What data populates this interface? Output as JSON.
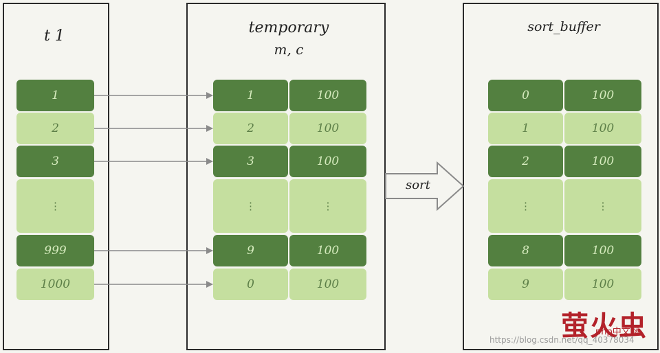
{
  "t1": {
    "title": "t 1",
    "rows": [
      {
        "value": "1",
        "shade": "dark"
      },
      {
        "value": "2",
        "shade": "light"
      },
      {
        "value": "3",
        "shade": "dark"
      },
      {
        "value": "⋮",
        "shade": "light"
      },
      {
        "value": "999",
        "shade": "dark"
      },
      {
        "value": "1000",
        "shade": "light"
      }
    ]
  },
  "temporary": {
    "title_line1": "temporary",
    "title_line2": "m, c",
    "rows": [
      {
        "m": "1",
        "c": "100",
        "shade": "dark"
      },
      {
        "m": "2",
        "c": "100",
        "shade": "light"
      },
      {
        "m": "3",
        "c": "100",
        "shade": "dark"
      },
      {
        "m": "⋮",
        "c": "⋮",
        "shade": "light"
      },
      {
        "m": "9",
        "c": "100",
        "shade": "dark"
      },
      {
        "m": "0",
        "c": "100",
        "shade": "light"
      }
    ]
  },
  "sort_buffer": {
    "title": "sort_buffer",
    "rows": [
      {
        "m": "0",
        "c": "100",
        "shade": "dark"
      },
      {
        "m": "1",
        "c": "100",
        "shade": "light"
      },
      {
        "m": "2",
        "c": "100",
        "shade": "dark"
      },
      {
        "m": "⋮",
        "c": "⋮",
        "shade": "light"
      },
      {
        "m": "8",
        "c": "100",
        "shade": "dark"
      },
      {
        "m": "9",
        "c": "100",
        "shade": "light"
      }
    ]
  },
  "sort_arrow_label": "sort",
  "watermark": {
    "cn": "萤火虫",
    "php": "php中文网",
    "url": "https://blog.csdn.net/qq_40378034"
  },
  "colors": {
    "dark": "#538040",
    "light": "#c5df9f",
    "arrow": "#8a8a8a"
  }
}
